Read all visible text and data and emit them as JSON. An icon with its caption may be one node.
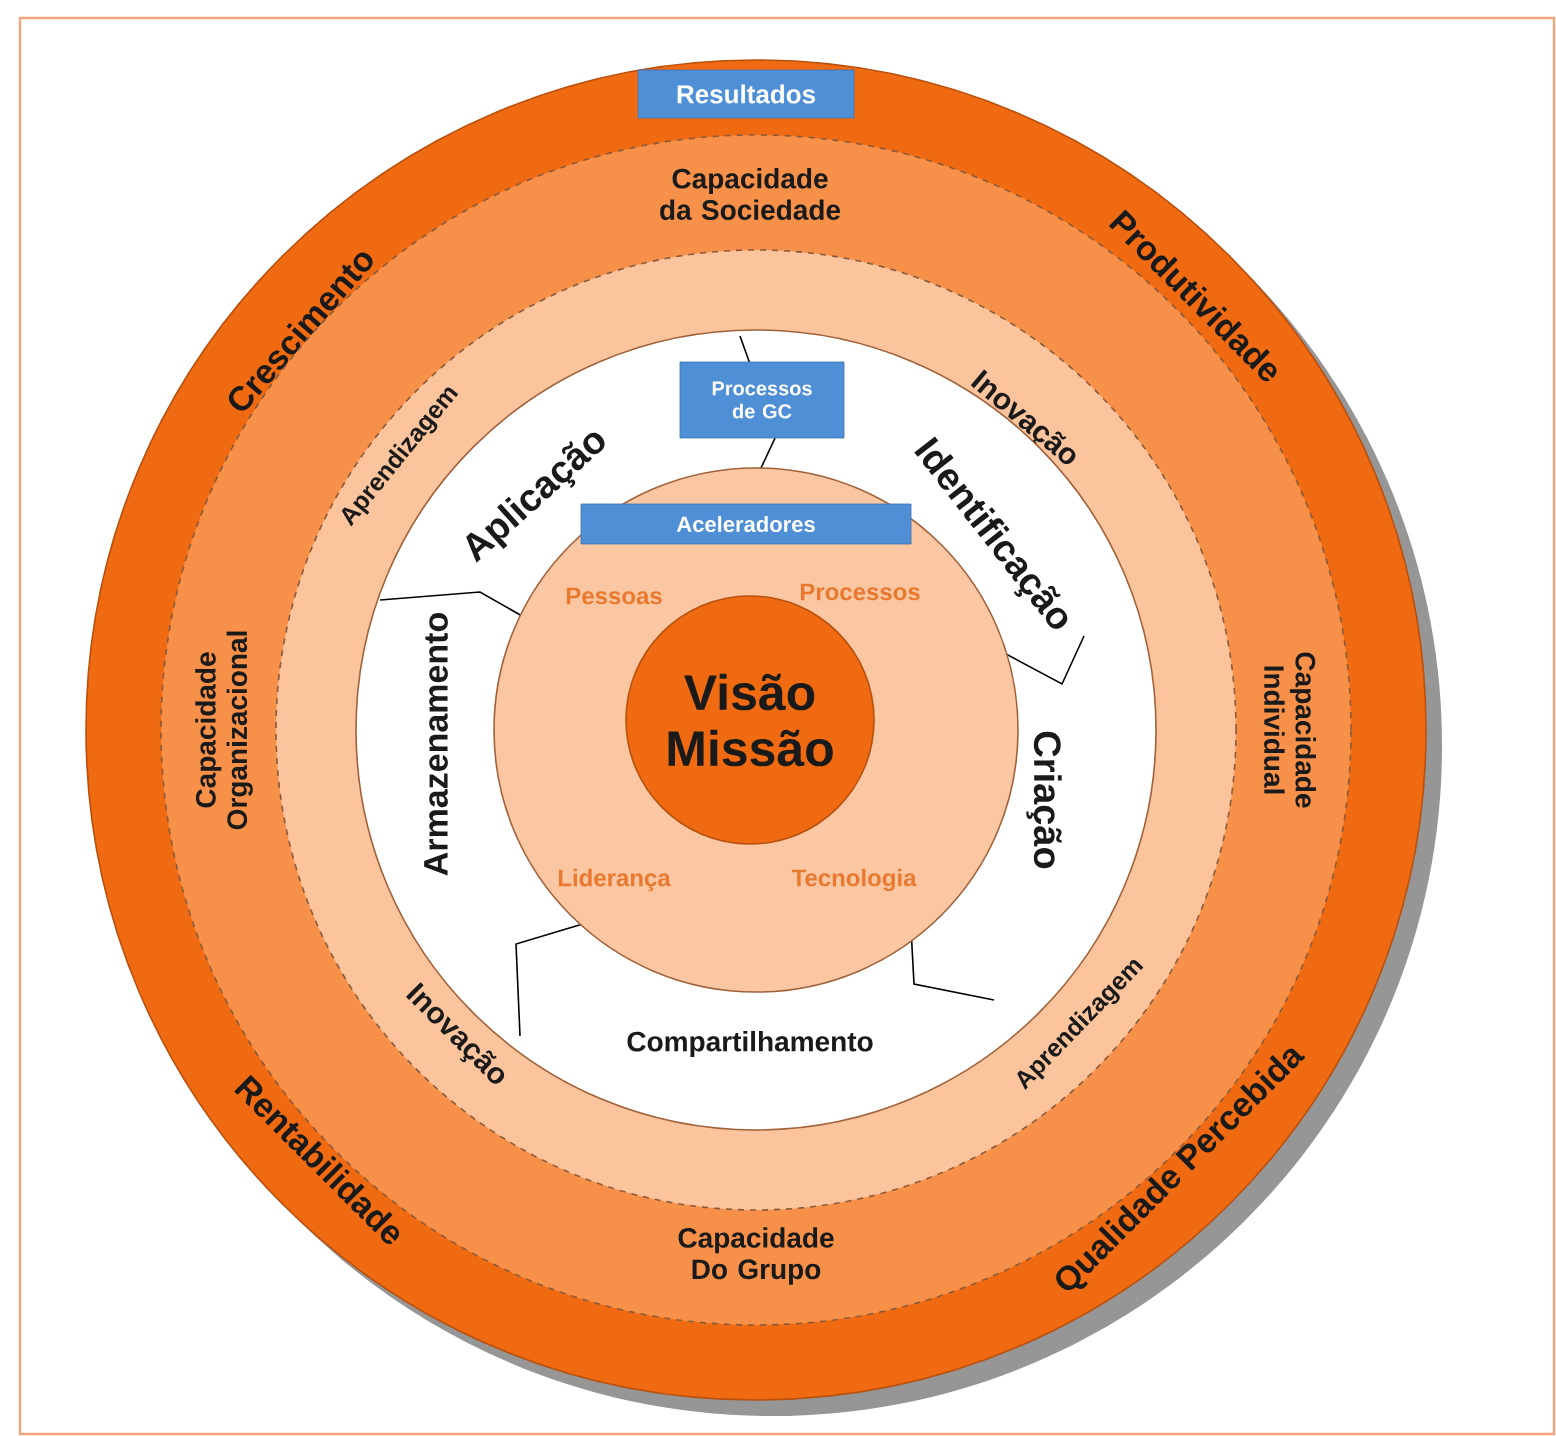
{
  "diagram": {
    "nodes": [
      {
        "text": [
          "Crescimento",
          "Produtividade",
          "Rentabilidade",
          "Qualidade Percebida"
        ]
      },
      {
        "text": [
          "Resultados"
        ],
        "in": 0
      },
      {
        "text": [
          "Capacidade da Sociedade",
          "Capacidade Organizacional",
          "Capacidade Individual",
          "Capacidade Do Grupo"
        ],
        "in": 0
      },
      {
        "text": [
          "Aprendizagem",
          "Inovação",
          "Inovação",
          "Aprendizagem"
        ],
        "in": 2
      },
      {
        "text": [
          "Aplicação",
          "Identificação",
          "Armazenamento",
          "Criação",
          "Compartilhamento"
        ],
        "in": 3
      },
      {
        "text": [
          "Processos de GC"
        ],
        "in": 4
      },
      {
        "text": [
          "Pessoas",
          "Processos",
          "Liderança",
          "Tecnologia"
        ],
        "in": 4
      },
      {
        "text": [
          "Aceleradores"
        ],
        "in": 6
      },
      {
        "text": [
          "Visão Missão"
        ],
        "in": 6
      }
    ]
  }
}
